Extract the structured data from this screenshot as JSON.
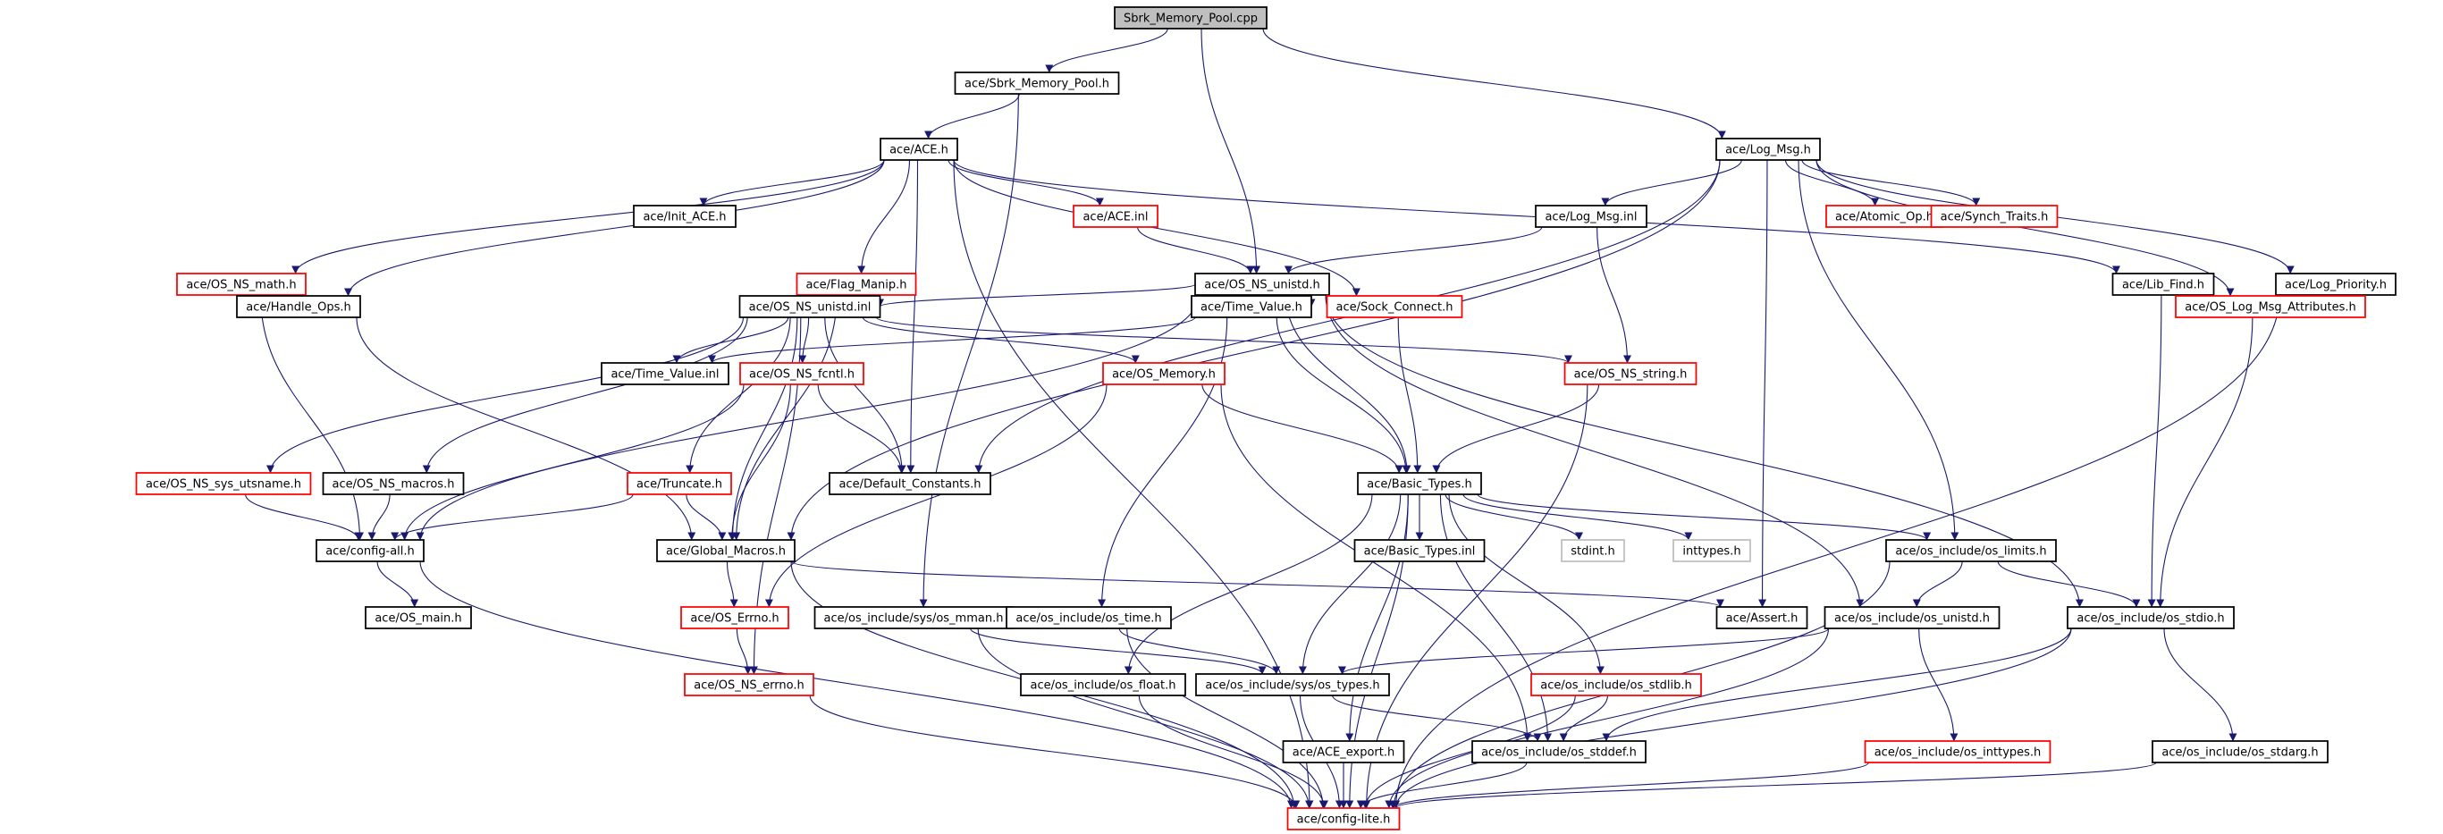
{
  "colors": {
    "edge": "#191970",
    "box_normal": "#000000",
    "box_missing": "#ff0000",
    "box_system": "#bfbfbf",
    "root_fill": "#bfbfbf",
    "node_fill": "#ffffff",
    "text": "#000000"
  },
  "nodes": {
    "sbrk_cpp": {
      "label": "Sbrk_Memory_Pool.cpp",
      "kind": "root"
    },
    "sbrk_h": {
      "label": "ace/Sbrk_Memory_Pool.h",
      "kind": "normal"
    },
    "ace_h": {
      "label": "ace/ACE.h",
      "kind": "normal"
    },
    "log_msg_h": {
      "label": "ace/Log_Msg.h",
      "kind": "normal"
    },
    "init_ace": {
      "label": "ace/Init_ACE.h",
      "kind": "normal"
    },
    "ace_inl": {
      "label": "ace/ACE.inl",
      "kind": "missing"
    },
    "log_msg_inl": {
      "label": "ace/Log_Msg.inl",
      "kind": "normal"
    },
    "atomic_op": {
      "label": "ace/Atomic_Op.h",
      "kind": "missing"
    },
    "synch_traits": {
      "label": "ace/Synch_Traits.h",
      "kind": "missing"
    },
    "os_ns_math": {
      "label": "ace/OS_NS_math.h",
      "kind": "missing"
    },
    "flag_manip": {
      "label": "ace/Flag_Manip.h",
      "kind": "missing"
    },
    "os_ns_unistd_h": {
      "label": "ace/OS_NS_unistd.h",
      "kind": "normal"
    },
    "lib_find": {
      "label": "ace/Lib_Find.h",
      "kind": "normal"
    },
    "log_priority": {
      "label": "ace/Log_Priority.h",
      "kind": "normal"
    },
    "handle_ops": {
      "label": "ace/Handle_Ops.h",
      "kind": "normal"
    },
    "os_ns_unistd_inl": {
      "label": "ace/OS_NS_unistd.inl",
      "kind": "normal"
    },
    "time_value_h": {
      "label": "ace/Time_Value.h",
      "kind": "normal"
    },
    "sock_connect": {
      "label": "ace/Sock_Connect.h",
      "kind": "missing"
    },
    "os_log_msg_attr": {
      "label": "ace/OS_Log_Msg_Attributes.h",
      "kind": "missing"
    },
    "time_value_inl": {
      "label": "ace/Time_Value.inl",
      "kind": "normal"
    },
    "os_ns_fcntl": {
      "label": "ace/OS_NS_fcntl.h",
      "kind": "missing"
    },
    "os_memory": {
      "label": "ace/OS_Memory.h",
      "kind": "missing"
    },
    "os_ns_string": {
      "label": "ace/OS_NS_string.h",
      "kind": "missing"
    },
    "os_ns_sys_utsname": {
      "label": "ace/OS_NS_sys_utsname.h",
      "kind": "missing"
    },
    "os_ns_macros": {
      "label": "ace/OS_NS_macros.h",
      "kind": "normal"
    },
    "truncate": {
      "label": "ace/Truncate.h",
      "kind": "missing"
    },
    "default_constants": {
      "label": "ace/Default_Constants.h",
      "kind": "normal"
    },
    "basic_types_h": {
      "label": "ace/Basic_Types.h",
      "kind": "normal"
    },
    "config_all": {
      "label": "ace/config-all.h",
      "kind": "normal"
    },
    "global_macros": {
      "label": "ace/Global_Macros.h",
      "kind": "normal"
    },
    "basic_types_inl": {
      "label": "ace/Basic_Types.inl",
      "kind": "normal"
    },
    "stdint": {
      "label": "stdint.h",
      "kind": "system"
    },
    "inttypes": {
      "label": "inttypes.h",
      "kind": "system"
    },
    "os_limits": {
      "label": "ace/os_include/os_limits.h",
      "kind": "normal"
    },
    "os_main": {
      "label": "ace/OS_main.h",
      "kind": "normal"
    },
    "os_errno_ace": {
      "label": "ace/OS_Errno.h",
      "kind": "missing"
    },
    "os_sys_mman": {
      "label": "ace/os_include/sys/os_mman.h",
      "kind": "normal"
    },
    "os_time": {
      "label": "ace/os_include/os_time.h",
      "kind": "normal"
    },
    "assert_h": {
      "label": "ace/Assert.h",
      "kind": "normal"
    },
    "os_unistd": {
      "label": "ace/os_include/os_unistd.h",
      "kind": "normal"
    },
    "os_stdio": {
      "label": "ace/os_include/os_stdio.h",
      "kind": "normal"
    },
    "os_ns_errno": {
      "label": "ace/OS_NS_errno.h",
      "kind": "missing"
    },
    "os_float": {
      "label": "ace/os_include/os_float.h",
      "kind": "normal"
    },
    "os_sys_types": {
      "label": "ace/os_include/sys/os_types.h",
      "kind": "normal"
    },
    "os_stdlib": {
      "label": "ace/os_include/os_stdlib.h",
      "kind": "missing"
    },
    "ace_export": {
      "label": "ace/ACE_export.h",
      "kind": "normal"
    },
    "os_stddef": {
      "label": "ace/os_include/os_stddef.h",
      "kind": "normal"
    },
    "os_inttypes": {
      "label": "ace/os_include/os_inttypes.h",
      "kind": "missing"
    },
    "os_stdarg": {
      "label": "ace/os_include/os_stdarg.h",
      "kind": "normal"
    },
    "config_lite": {
      "label": "ace/config-lite.h",
      "kind": "missing"
    }
  },
  "edges": [
    [
      "sbrk_cpp",
      "sbrk_h"
    ],
    [
      "sbrk_cpp",
      "os_ns_unistd_h"
    ],
    [
      "sbrk_cpp",
      "log_msg_h"
    ],
    [
      "sbrk_h",
      "ace_h"
    ],
    [
      "sbrk_h",
      "os_sys_mman"
    ],
    [
      "ace_h",
      "config_lite"
    ],
    [
      "ace_h",
      "init_ace"
    ],
    [
      "ace_h",
      "os_ns_math"
    ],
    [
      "ace_h",
      "flag_manip"
    ],
    [
      "ace_h",
      "handle_ops"
    ],
    [
      "ace_h",
      "lib_find"
    ],
    [
      "ace_h",
      "default_constants"
    ],
    [
      "ace_h",
      "sock_connect"
    ],
    [
      "ace_h",
      "ace_inl"
    ],
    [
      "log_msg_h",
      "log_msg_inl"
    ],
    [
      "log_msg_h",
      "atomic_op"
    ],
    [
      "log_msg_h",
      "synch_traits"
    ],
    [
      "log_msg_h",
      "log_priority"
    ],
    [
      "log_msg_h",
      "os_log_msg_attr"
    ],
    [
      "log_msg_h",
      "default_constants"
    ],
    [
      "log_msg_h",
      "global_macros"
    ],
    [
      "log_msg_h",
      "assert_h"
    ],
    [
      "log_msg_h",
      "os_limits"
    ],
    [
      "log_msg_inl",
      "os_ns_unistd_h"
    ],
    [
      "log_msg_inl",
      "os_ns_string"
    ],
    [
      "ace_inl",
      "os_ns_unistd_h"
    ],
    [
      "os_ns_math",
      "config_all"
    ],
    [
      "flag_manip",
      "global_macros"
    ],
    [
      "handle_ops",
      "global_macros"
    ],
    [
      "lib_find",
      "os_stdio"
    ],
    [
      "os_log_msg_attr",
      "os_stdio"
    ],
    [
      "log_priority",
      "config_lite"
    ],
    [
      "os_ns_unistd_h",
      "os_ns_unistd_inl"
    ],
    [
      "os_ns_unistd_h",
      "time_value_h"
    ],
    [
      "os_ns_unistd_h",
      "basic_types_h"
    ],
    [
      "os_ns_unistd_h",
      "os_unistd"
    ],
    [
      "os_ns_unistd_h",
      "os_stdio"
    ],
    [
      "os_ns_unistd_h",
      "config_all"
    ],
    [
      "os_ns_unistd_inl",
      "time_value_inl"
    ],
    [
      "os_ns_unistd_inl",
      "os_ns_fcntl"
    ],
    [
      "os_ns_unistd_inl",
      "os_memory"
    ],
    [
      "os_ns_unistd_inl",
      "os_ns_string"
    ],
    [
      "os_ns_unistd_inl",
      "os_ns_sys_utsname"
    ],
    [
      "os_ns_unistd_inl",
      "os_ns_macros"
    ],
    [
      "os_ns_unistd_inl",
      "truncate"
    ],
    [
      "os_ns_unistd_inl",
      "default_constants"
    ],
    [
      "os_ns_unistd_inl",
      "os_ns_errno"
    ],
    [
      "os_ns_unistd_inl",
      "global_macros"
    ],
    [
      "time_value_h",
      "time_value_inl"
    ],
    [
      "time_value_h",
      "basic_types_h"
    ],
    [
      "time_value_h",
      "os_time"
    ],
    [
      "sock_connect",
      "basic_types_h"
    ],
    [
      "os_ns_fcntl",
      "default_constants"
    ],
    [
      "os_ns_fcntl",
      "global_macros"
    ],
    [
      "os_ns_fcntl",
      "config_all"
    ],
    [
      "os_memory",
      "basic_types_h"
    ],
    [
      "os_memory",
      "os_errno_ace"
    ],
    [
      "os_memory",
      "os_stddef"
    ],
    [
      "os_ns_string",
      "basic_types_h"
    ],
    [
      "os_ns_string",
      "config_lite"
    ],
    [
      "truncate",
      "global_macros"
    ],
    [
      "truncate",
      "config_all"
    ],
    [
      "os_ns_sys_utsname",
      "config_all"
    ],
    [
      "os_ns_macros",
      "config_all"
    ],
    [
      "basic_types_h",
      "basic_types_inl"
    ],
    [
      "basic_types_h",
      "stdint"
    ],
    [
      "basic_types_h",
      "inttypes"
    ],
    [
      "basic_types_h",
      "os_limits"
    ],
    [
      "basic_types_h",
      "os_float"
    ],
    [
      "basic_types_h",
      "os_sys_types"
    ],
    [
      "basic_types_h",
      "os_stdlib"
    ],
    [
      "basic_types_h",
      "ace_export"
    ],
    [
      "basic_types_h",
      "os_stddef"
    ],
    [
      "basic_types_h",
      "config_lite"
    ],
    [
      "config_all",
      "os_main"
    ],
    [
      "config_all",
      "config_lite"
    ],
    [
      "global_macros",
      "os_errno_ace"
    ],
    [
      "global_macros",
      "assert_h"
    ],
    [
      "global_macros",
      "config_lite"
    ],
    [
      "os_errno_ace",
      "os_ns_errno"
    ],
    [
      "os_ns_errno",
      "config_lite"
    ],
    [
      "os_limits",
      "os_unistd"
    ],
    [
      "os_limits",
      "os_stdio"
    ],
    [
      "os_limits",
      "config_lite"
    ],
    [
      "os_sys_mman",
      "os_sys_types"
    ],
    [
      "os_sys_mman",
      "config_lite"
    ],
    [
      "os_time",
      "os_sys_types"
    ],
    [
      "os_time",
      "config_lite"
    ],
    [
      "os_unistd",
      "os_sys_types"
    ],
    [
      "os_unistd",
      "os_inttypes"
    ],
    [
      "os_unistd",
      "config_lite"
    ],
    [
      "os_stdio",
      "os_stddef"
    ],
    [
      "os_stdio",
      "os_stdarg"
    ],
    [
      "os_stdio",
      "config_lite"
    ],
    [
      "os_float",
      "config_lite"
    ],
    [
      "os_sys_types",
      "os_stddef"
    ],
    [
      "os_sys_types",
      "config_lite"
    ],
    [
      "os_stdlib",
      "os_stddef"
    ],
    [
      "os_stdlib",
      "config_lite"
    ],
    [
      "ace_export",
      "config_lite"
    ],
    [
      "os_stddef",
      "config_lite"
    ],
    [
      "os_inttypes",
      "config_lite"
    ],
    [
      "os_stdarg",
      "config_lite"
    ]
  ]
}
